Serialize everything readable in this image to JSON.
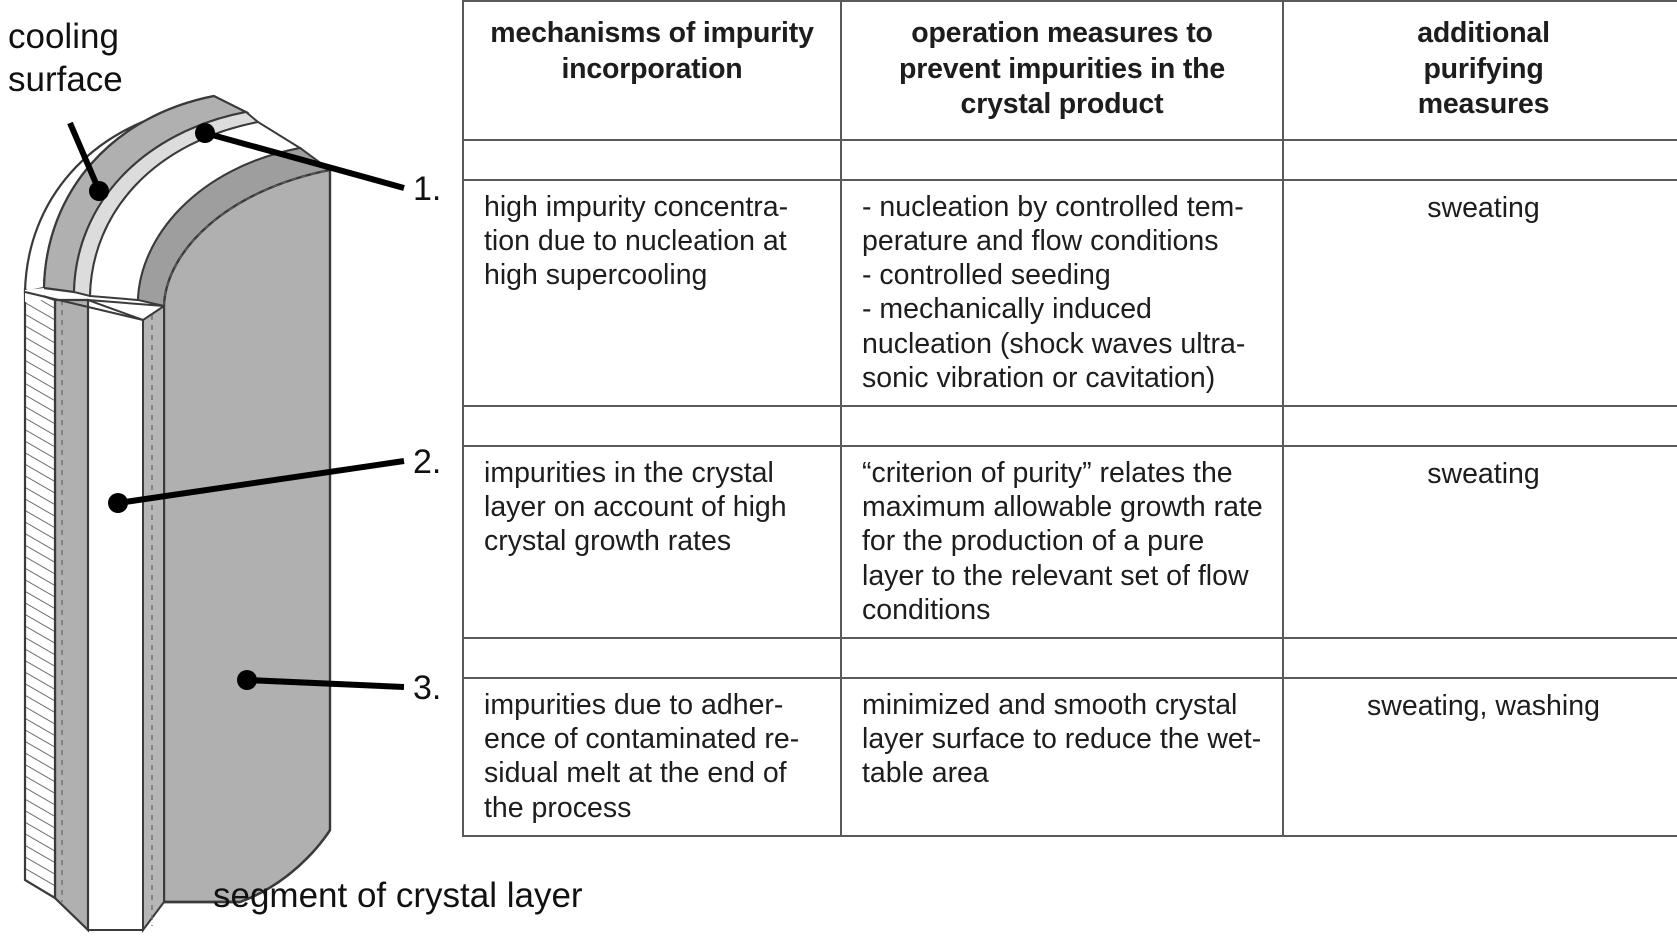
{
  "diagram": {
    "cooling_surface_label": "cooling\nsurface",
    "segment_label": "segment of crystal layer",
    "callouts": [
      {
        "number": "1."
      },
      {
        "number": "2."
      },
      {
        "number": "3."
      }
    ],
    "colors": {
      "crystal_layer_fill": "#b0b0b0",
      "outline": "#3a3a3a",
      "callout_line": "#000000"
    }
  },
  "table": {
    "headers": [
      "mechanisms of impurity\nincorporation",
      "operation measures to\nprevent impurities in the\ncrystal product",
      "additional\npurifying\nmeasures"
    ],
    "rows": [
      {
        "mechanism": "high impurity concentra-\ntion due to nucleation at\nhigh supercooling",
        "measures": "- nucleation by controlled tem-\n   perature and flow conditions\n- controlled seeding\n- mechanically induced\n   nucleation (shock waves ultra-\n   sonic vibration or cavitation)",
        "purifying": "sweating"
      },
      {
        "mechanism": "impurities in the crystal\nlayer on account of high\ncrystal growth rates",
        "measures": "“criterion of purity” relates the\nmaximum allowable growth rate\nfor the production of a pure\nlayer to the relevant set of flow\nconditions",
        "purifying": "sweating"
      },
      {
        "mechanism": "impurities due to adher-\nence of contaminated re-\nsidual melt at the end of\nthe process",
        "measures": "minimized and smooth crystal\nlayer surface to reduce the wet-\ntable area",
        "purifying": "sweating, washing"
      }
    ]
  }
}
